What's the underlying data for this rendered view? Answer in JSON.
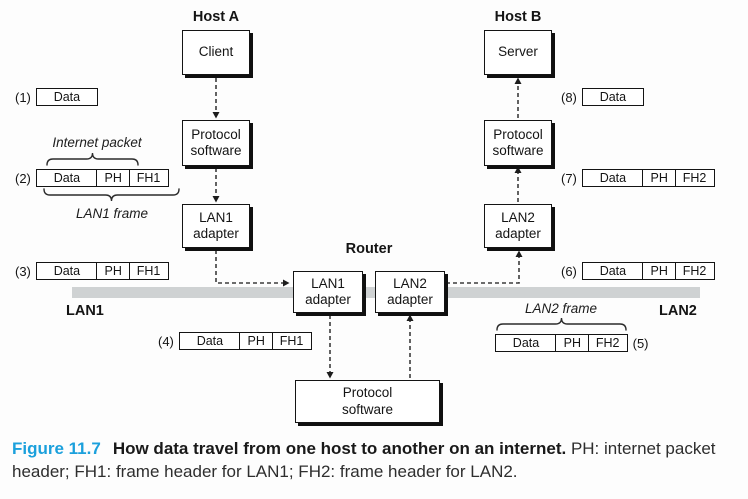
{
  "labels": {
    "host_a": "Host A",
    "host_b": "Host B",
    "router": "Router",
    "lan1": "LAN1",
    "lan2": "LAN2",
    "internet_packet": "Internet packet",
    "lan1_frame": "LAN1 frame",
    "lan2_frame": "LAN2 frame"
  },
  "nodes": {
    "client": "Client",
    "server": "Server",
    "protocol_a": "Protocol\nsoftware",
    "protocol_b": "Protocol\nsoftware",
    "lan1_adapter_a": "LAN1\nadapter",
    "lan2_adapter_b": "LAN2\nadapter",
    "router_lan1_adapter": "LAN1\nadapter",
    "router_lan2_adapter": "LAN2\nadapter",
    "router_protocol": "Protocol\nsoftware"
  },
  "packets": [
    {
      "step": "(1)",
      "cells": [
        "Data"
      ]
    },
    {
      "step": "(2)",
      "cells": [
        "Data",
        "PH",
        "FH1"
      ]
    },
    {
      "step": "(3)",
      "cells": [
        "Data",
        "PH",
        "FH1"
      ]
    },
    {
      "step": "(4)",
      "cells": [
        "Data",
        "PH",
        "FH1"
      ]
    },
    {
      "step": "(5)",
      "cells": [
        "Data",
        "PH",
        "FH2"
      ]
    },
    {
      "step": "(6)",
      "cells": [
        "Data",
        "PH",
        "FH2"
      ]
    },
    {
      "step": "(7)",
      "cells": [
        "Data",
        "PH",
        "FH2"
      ]
    },
    {
      "step": "(8)",
      "cells": [
        "Data"
      ]
    }
  ],
  "caption": {
    "label": "Figure 11.7",
    "heading": "How data travel from one host to another on an internet.",
    "body": "PH: internet packet header; FH1: frame header for LAN1; FH2: frame header for LAN2."
  },
  "colors": {
    "figure_label": "#1ba0dc",
    "lan_bar": "#cfd2d3",
    "box_border": "#141414"
  }
}
